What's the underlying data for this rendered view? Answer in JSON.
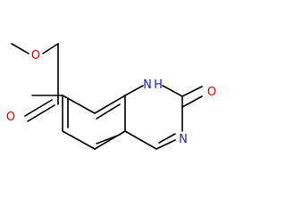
{
  "molecule": {
    "atoms": {
      "carbonyl_oxygen": {
        "symbol": "O",
        "color": "#e00000"
      },
      "ester_oxygen": {
        "symbol": "O",
        "color": "#e00000"
      },
      "ring_oxygen": {
        "symbol": "O",
        "color": "#e00000"
      },
      "nh_nitrogen": {
        "symbol": "N",
        "color": "#1a1adb"
      },
      "nh_hydrogen": {
        "symbol": "H",
        "color": "#1a1adb"
      },
      "ring_nitrogen": {
        "symbol": "N",
        "color": "#1a1adb"
      }
    }
  }
}
